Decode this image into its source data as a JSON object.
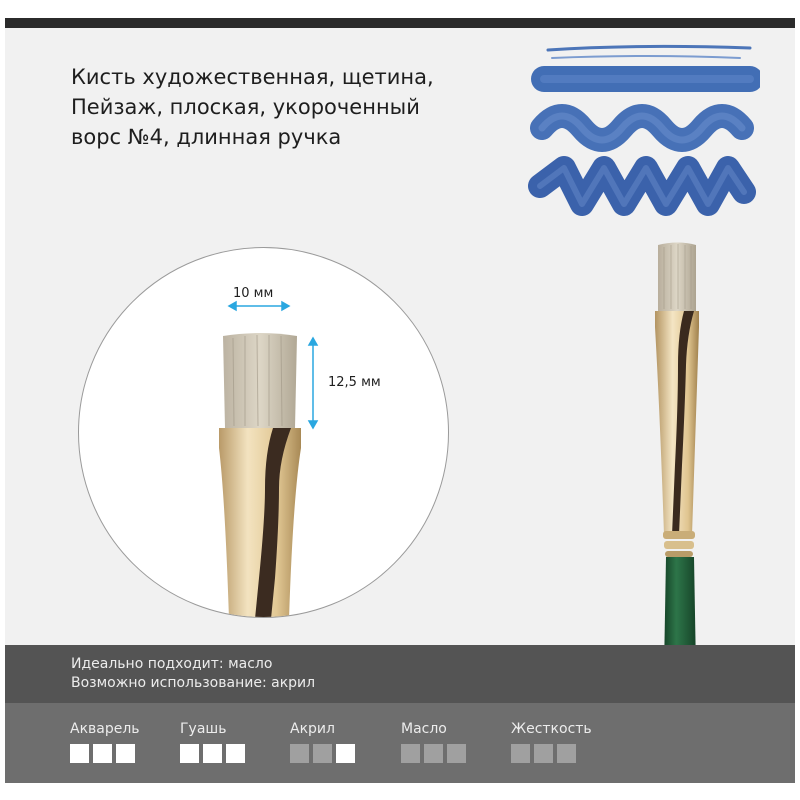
{
  "title_lines": [
    "Кисть художественная, щетина,",
    "Пейзаж, плоская, укороченный",
    "ворс №4, длинная ручка"
  ],
  "dimensions": {
    "width_label": "10 мм",
    "height_label": "12,5 мм"
  },
  "info": {
    "ideal_use": "Идеально подходит: масло",
    "possible_use": "Возможно использование: акрил"
  },
  "scale": [
    {
      "label": "Акварель",
      "squares": [
        "on",
        "on",
        "on"
      ]
    },
    {
      "label": "Гуашь",
      "squares": [
        "on",
        "on",
        "on"
      ]
    },
    {
      "label": "Акрил",
      "squares": [
        "off",
        "off",
        "on"
      ]
    },
    {
      "label": "Масло",
      "squares": [
        "off",
        "off",
        "off"
      ]
    },
    {
      "label": "Жесткость",
      "squares": [
        "off",
        "off",
        "off"
      ]
    }
  ],
  "colors": {
    "paint_blue": "#2f5fae",
    "ferrule_gold": "#e6cf9f",
    "handle_green": "#1f5a36",
    "bristle": "#cfc6b4",
    "dimension_arrow": "#2aa7e0",
    "scale_on": "#ffffff",
    "scale_off": "#a0a0a0"
  }
}
